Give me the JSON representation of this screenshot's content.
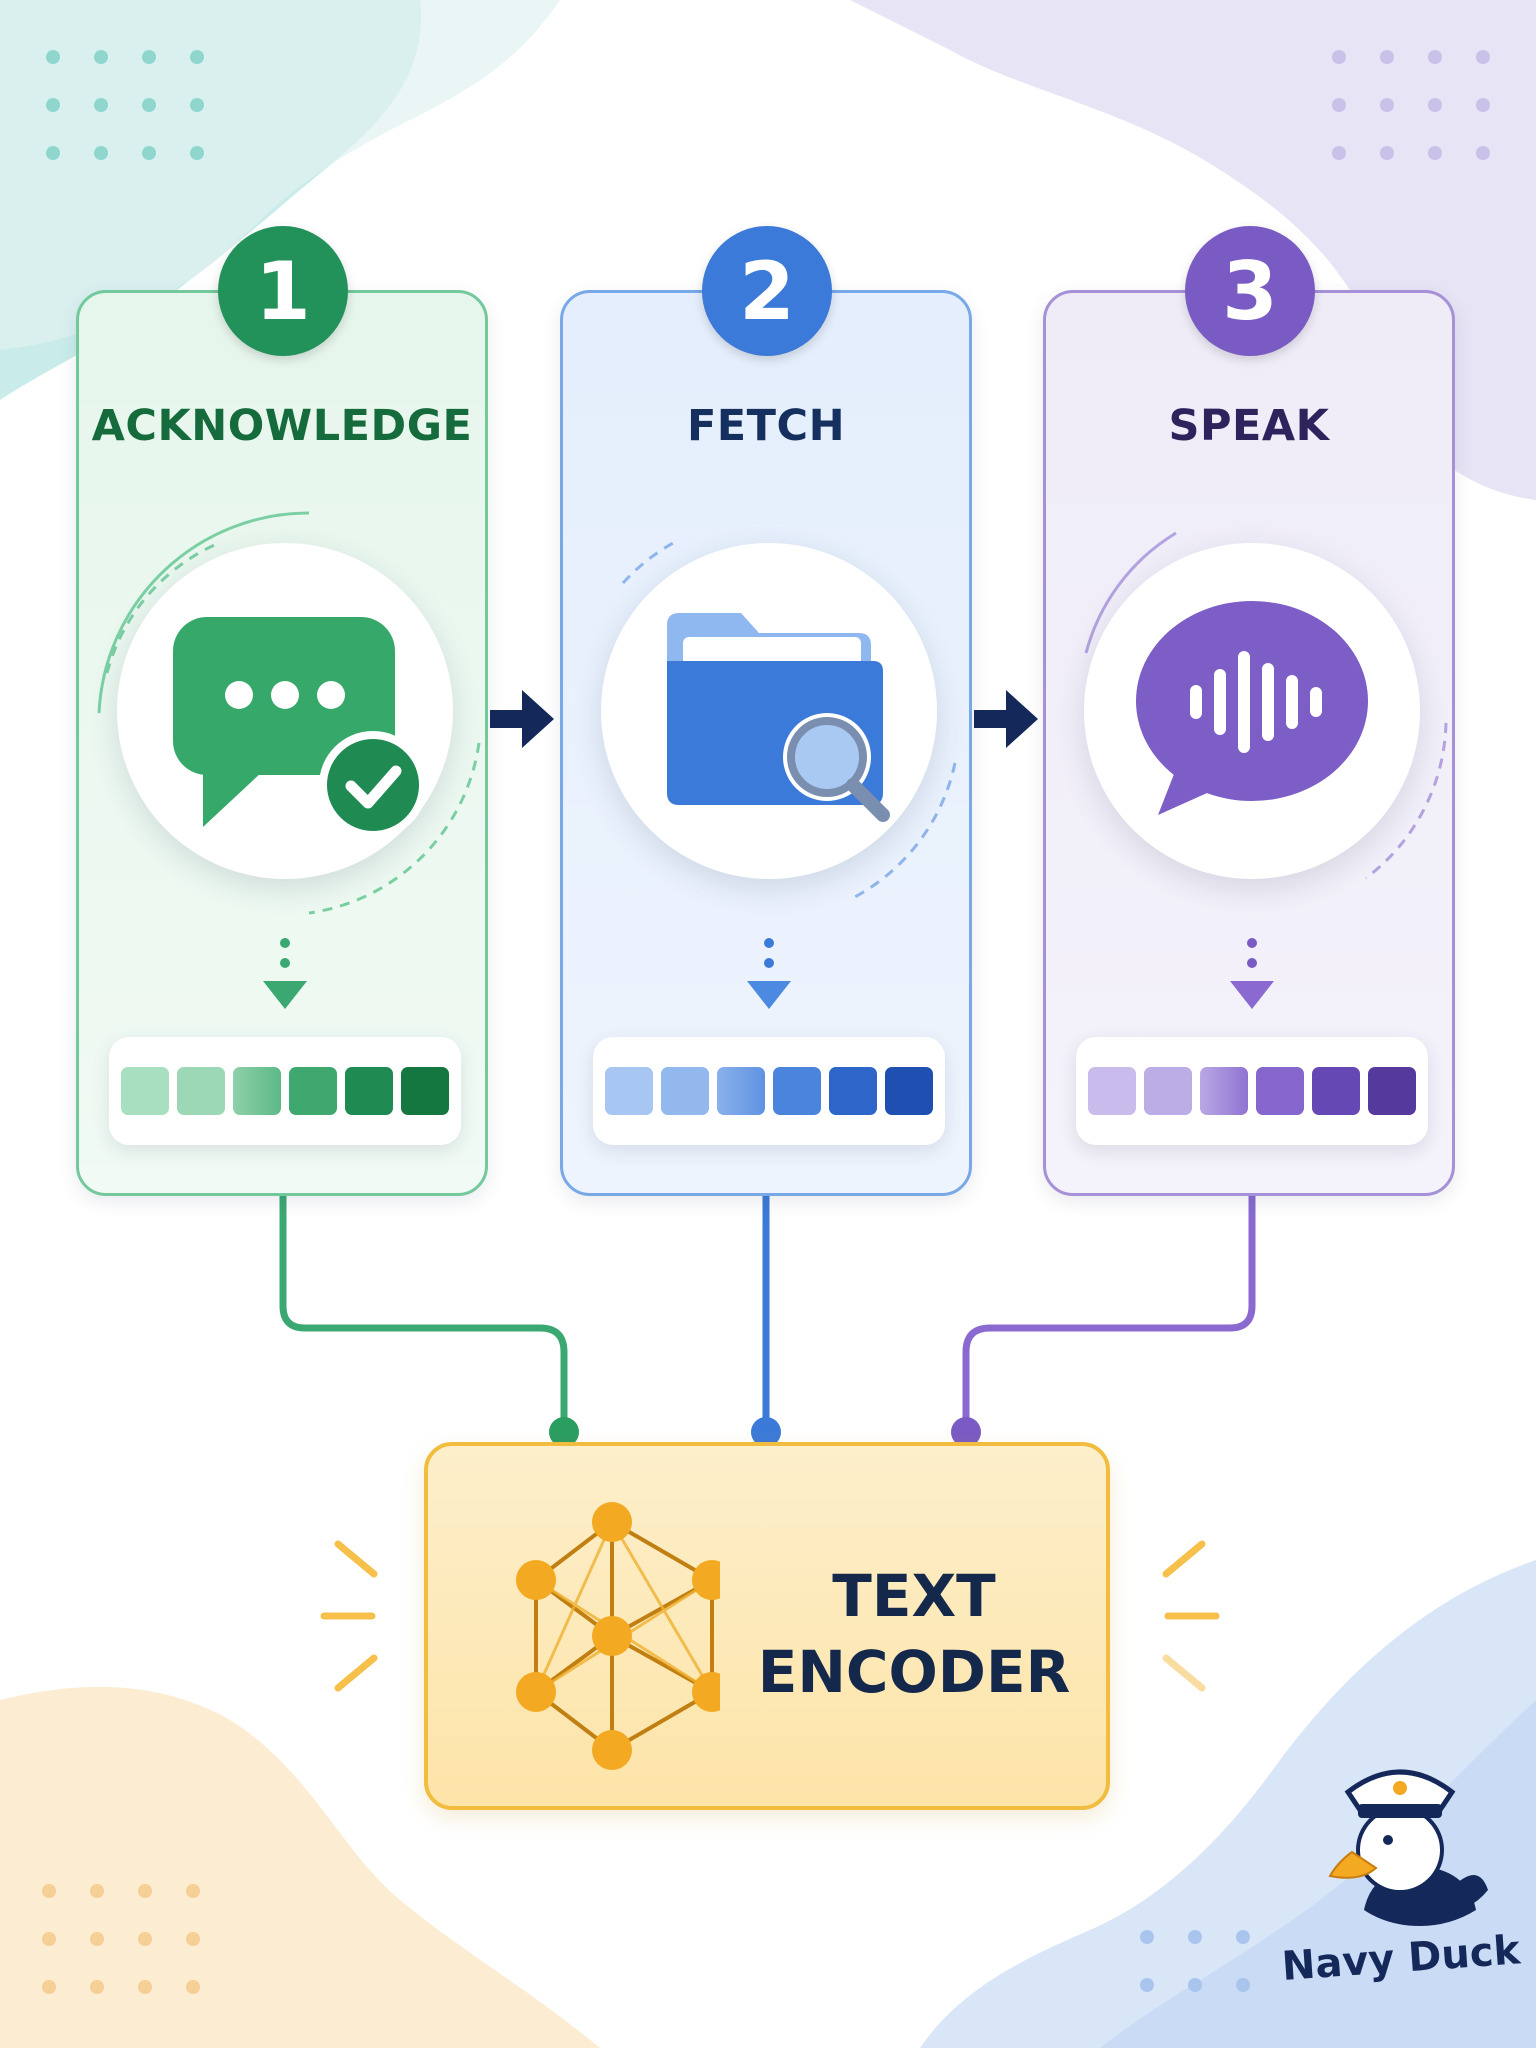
{
  "steps": [
    {
      "number": "1",
      "title": "ACKNOWLEDGE",
      "icon": "chat-check-icon",
      "color": "#2a9d61",
      "title_color": "#156b3c",
      "dark": "#1c7a48"
    },
    {
      "number": "2",
      "title": "FETCH",
      "icon": "folder-search-icon",
      "color": "#3b7ad8",
      "title_color": "#15305e",
      "dark": "#1f4fb0"
    },
    {
      "number": "3",
      "title": "SPEAK",
      "icon": "voice-bubble-icon",
      "color": "#7a5bc4",
      "title_color": "#2f235e",
      "dark": "#55399c"
    }
  ],
  "encoder": {
    "line1": "TEXT",
    "line2": "ENCODER",
    "icon": "neural-network-icon",
    "color": "#f2bd3f"
  },
  "brand": {
    "name": "Navy Duck",
    "icon": "navy-duck-mascot-icon"
  }
}
